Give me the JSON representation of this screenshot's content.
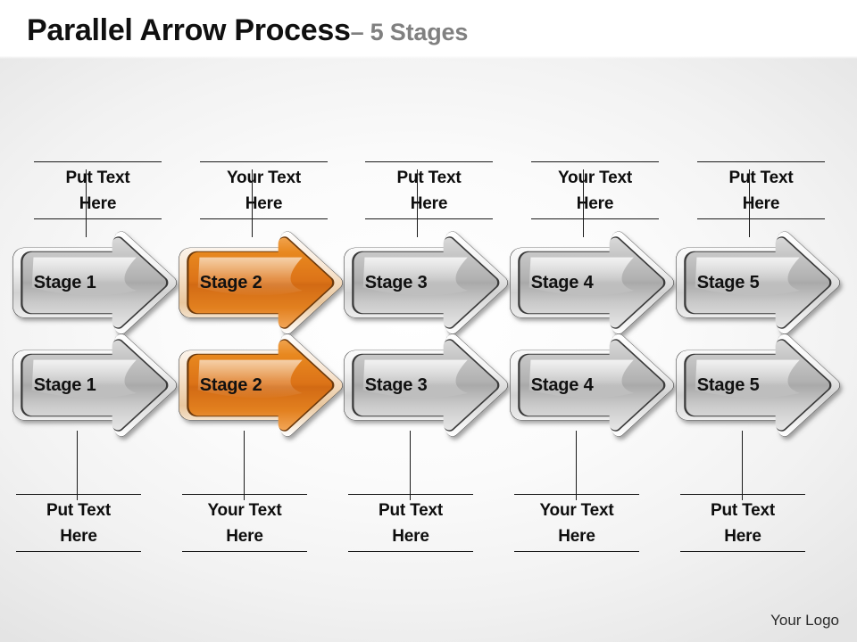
{
  "header": {
    "title_main": "Parallel Arrow Process",
    "title_sub": "– 5 Stages"
  },
  "colors": {
    "accent_orange": "#E3801F",
    "orange_dark": "#C4651A",
    "orange_light": "#F0A04A",
    "silver": "#B8B8B8",
    "silver_light": "#E8E8E8",
    "silver_dark": "#8E8E8E",
    "outline": "#1A1A1A",
    "text": "#0D0D0D",
    "subtitle_gray": "#808080",
    "background": "#F2F2F2"
  },
  "top_labels": [
    {
      "line1": "Put Text",
      "line2": "Here"
    },
    {
      "line1": "Your Text",
      "line2": "Here"
    },
    {
      "line1": "Put Text",
      "line2": "Here"
    },
    {
      "line1": "Your Text",
      "line2": "Here"
    },
    {
      "line1": "Put Text",
      "line2": "Here"
    }
  ],
  "bottom_labels": [
    {
      "line1": "Put Text",
      "line2": "Here"
    },
    {
      "line1": "Your Text",
      "line2": "Here"
    },
    {
      "line1": "Put Text",
      "line2": "Here"
    },
    {
      "line1": "Your Text",
      "line2": "Here"
    },
    {
      "line1": "Put Text",
      "line2": "Here"
    }
  ],
  "row1_arrows": [
    {
      "label": "Stage 1",
      "color": "silver"
    },
    {
      "label": "Stage 2",
      "color": "orange"
    },
    {
      "label": "Stage 3",
      "color": "silver"
    },
    {
      "label": "Stage 4",
      "color": "silver"
    },
    {
      "label": "Stage 5",
      "color": "silver"
    }
  ],
  "row2_arrows": [
    {
      "label": "Stage 1",
      "color": "silver"
    },
    {
      "label": "Stage 2",
      "color": "orange"
    },
    {
      "label": "Stage 3",
      "color": "silver"
    },
    {
      "label": "Stage 4",
      "color": "silver"
    },
    {
      "label": "Stage 5",
      "color": "silver"
    }
  ],
  "footer": {
    "logo": "Your Logo"
  }
}
